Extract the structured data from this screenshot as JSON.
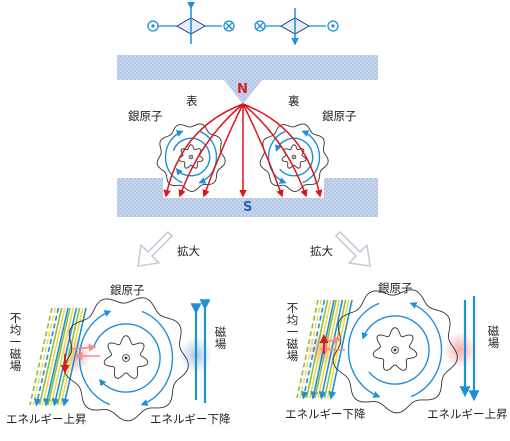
{
  "labels": {
    "front": "表",
    "back": "裏",
    "silver_atom": "銀原子",
    "north_pole": "N",
    "south_pole": "S",
    "magnify": "拡大",
    "nonuniform_field": "不均一磁場",
    "field": "磁場",
    "energy_up": "エネルギー上昇",
    "energy_down": "エネルギー下降"
  },
  "colors": {
    "magnet_fill": "#c5d5ec",
    "field_line": "#e0141a",
    "north_pole": "#d61f1f",
    "south_pole": "#2a63b8",
    "spin_arrow": "#1f8fd6",
    "field_stripe_green": "#8cbf3f",
    "field_stripe_yellow": "#f2d64b",
    "field_stripe_blue": "#1f8fd6",
    "pink_glow": "#f5a8a8",
    "blue_glow": "#a9c3ec",
    "magnify_arrow": "#c9cdd8"
  },
  "icons": [
    "spin-out-of-page-icon",
    "spin-into-page-icon",
    "magnify-arrow-icon",
    "nucleus-star-icon"
  ]
}
